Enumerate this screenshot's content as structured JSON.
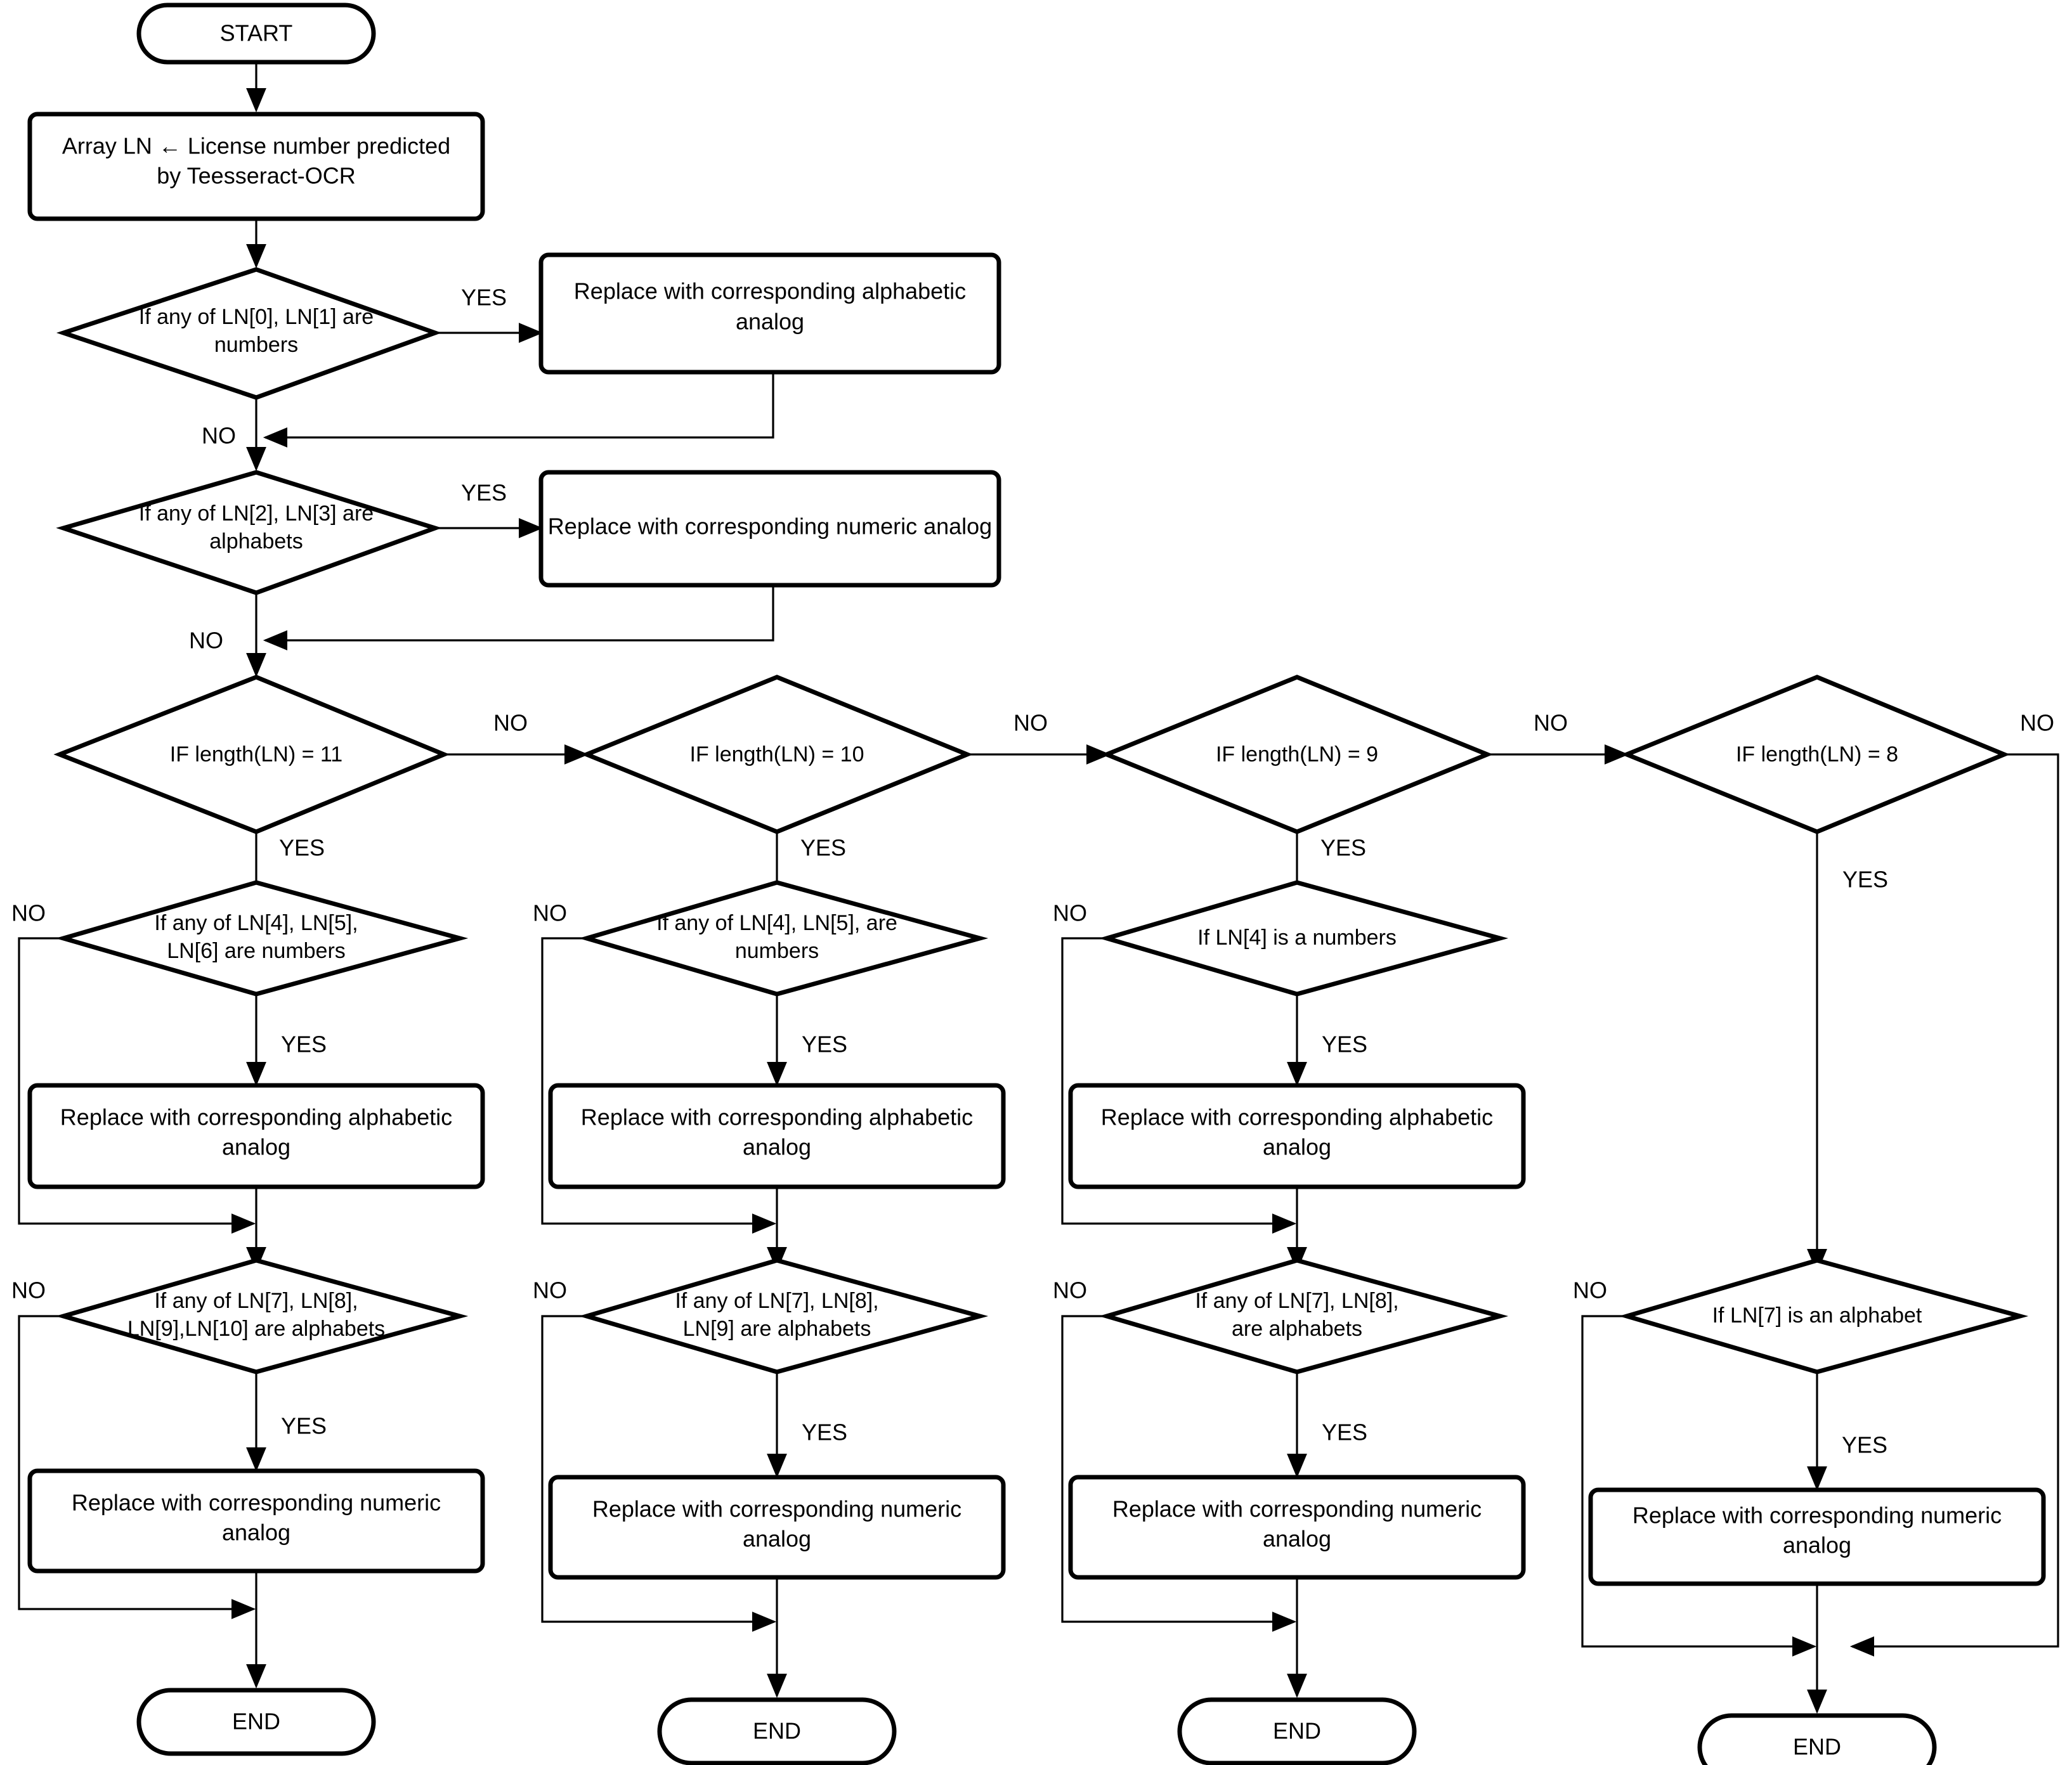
{
  "diagram": {
    "title": "License number post-processing flowchart",
    "colors": {
      "stroke": "#000000",
      "fill": "#ffffff",
      "text": "#000000"
    },
    "edge_labels": {
      "yes": "YES",
      "no": "NO"
    }
  },
  "nodes": {
    "start": {
      "label": "START",
      "type": "terminator"
    },
    "input": {
      "line1": "Array LN ← License number predicted",
      "line2": "by Teesseract-OCR",
      "type": "process"
    },
    "d_ln01": {
      "line1": "If any of LN[0], LN[1] are",
      "line2": "numbers",
      "type": "decision"
    },
    "p_alpha_top": {
      "line1": "Replace with corresponding alphabetic",
      "line2": "analog",
      "type": "process"
    },
    "d_ln23": {
      "line1": "If any of LN[2], LN[3] are",
      "line2": "alphabets",
      "type": "decision"
    },
    "p_num_top": {
      "line1": "Replace with corresponding numeric analog",
      "line2": "",
      "type": "process"
    },
    "d_len11": {
      "line1": "IF length(LN) = 11",
      "line2": "",
      "type": "decision"
    },
    "d_len10": {
      "line1": "IF length(LN) = 10",
      "line2": "",
      "type": "decision"
    },
    "d_len9": {
      "line1": "IF length(LN) = 9",
      "line2": "",
      "type": "decision"
    },
    "d_len8": {
      "line1": "IF length(LN) = 8",
      "line2": "",
      "type": "decision"
    },
    "c1_d_mid": {
      "line1": "If any of LN[4], LN[5],",
      "line2": "LN[6] are numbers",
      "type": "decision"
    },
    "c2_d_mid": {
      "line1": "If any of LN[4], LN[5], are",
      "line2": "numbers",
      "type": "decision"
    },
    "c3_d_mid": {
      "line1": "If  LN[4] is a numbers",
      "line2": "",
      "type": "decision"
    },
    "c1_p_alpha": {
      "line1": "Replace with corresponding alphabetic",
      "line2": "analog",
      "type": "process"
    },
    "c2_p_alpha": {
      "line1": "Replace with corresponding alphabetic",
      "line2": "analog",
      "type": "process"
    },
    "c3_p_alpha": {
      "line1": "Replace with corresponding alphabetic",
      "line2": "analog",
      "type": "process"
    },
    "c1_d_low": {
      "line1": "If any of LN[7], LN[8],",
      "line2": "LN[9],LN[10] are alphabets",
      "type": "decision"
    },
    "c2_d_low": {
      "line1": "If any of LN[7], LN[8],",
      "line2": "LN[9]  are alphabets",
      "type": "decision"
    },
    "c3_d_low": {
      "line1": "If any of LN[7], LN[8],",
      "line2": "are alphabets",
      "type": "decision"
    },
    "c4_d_low": {
      "line1": "If LN[7] is an alphabet",
      "line2": "",
      "type": "decision"
    },
    "c1_p_num": {
      "line1": "Replace with corresponding numeric",
      "line2": "analog",
      "type": "process"
    },
    "c2_p_num": {
      "line1": "Replace with corresponding numeric",
      "line2": "analog",
      "type": "process"
    },
    "c3_p_num": {
      "line1": "Replace with corresponding numeric",
      "line2": "analog",
      "type": "process"
    },
    "c4_p_num": {
      "line1": "Replace with corresponding numeric",
      "line2": "analog",
      "type": "process"
    },
    "end1": {
      "label": "END",
      "type": "terminator"
    },
    "end2": {
      "label": "END",
      "type": "terminator"
    },
    "end3": {
      "label": "END",
      "type": "terminator"
    },
    "end4": {
      "label": "END",
      "type": "terminator"
    }
  },
  "edge_labels": {
    "yes_ln01": "YES",
    "no_ln01": "NO",
    "yes_ln23": "YES",
    "no_ln23": "NO",
    "no_len11": "NO",
    "no_len10": "NO",
    "no_len9": "NO",
    "no_len8": "NO",
    "yes_len11": "YES",
    "yes_len10": "YES",
    "yes_len9": "YES",
    "yes_len8": "YES",
    "no_c1_mid": "NO",
    "no_c2_mid": "NO",
    "no_c3_mid": "NO",
    "yes_c1_mid": "YES",
    "yes_c2_mid": "YES",
    "yes_c3_mid": "YES",
    "no_c1_low": "NO",
    "no_c2_low": "NO",
    "no_c3_low": "NO",
    "no_c4_low": "NO",
    "yes_c1_low": "YES",
    "yes_c2_low": "YES",
    "yes_c3_low": "YES",
    "yes_c4_low": "YES"
  }
}
